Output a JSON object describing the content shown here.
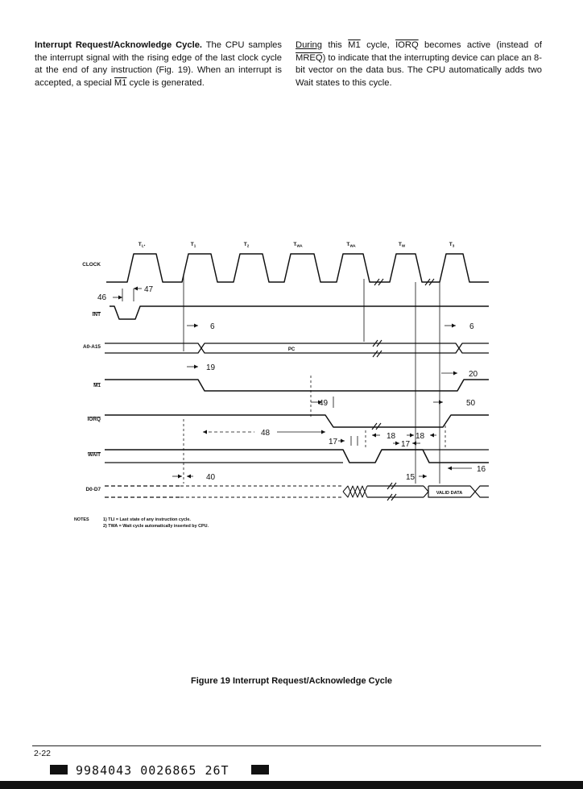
{
  "left_column": {
    "heading": "Interrupt Request/Acknowledge Cycle.",
    "t1": " The CPU samples the interrupt signal with the rising edge of the last clock cycle at the end of any instruction (Fig. 19). When an interrupt is accepted, a special ",
    "m1": "M1",
    "t2": " cycle is generated."
  },
  "right_column": {
    "during": "During",
    "t1": " this ",
    "m1": "M1",
    "t2": " cycle, ",
    "iorq": "IORQ",
    "t3": " becomes active (instead of ",
    "mreq": "MREQ",
    "t4": ") to indicate that the interrupting device can place an 8-bit vector on the data bus. The CPU automatically adds two Wait states to this cycle."
  },
  "diagram": {
    "state_labels": [
      "TL*",
      "T1",
      "T2",
      "TWA",
      "TWA",
      "TW",
      "T3"
    ],
    "signals": [
      "CLOCK",
      "INT",
      "A0-A15",
      "M1",
      "IORQ",
      "WAIT",
      "D0-D7"
    ],
    "bus_labels": [
      "PC",
      "VALID DATA"
    ],
    "timing_params": [
      "46",
      "47",
      "6",
      "6",
      "19",
      "20",
      "49",
      "50",
      "48",
      "17",
      "18",
      "18",
      "17",
      "40",
      "15",
      "16"
    ]
  },
  "notes": {
    "label": "NOTES",
    "lines": [
      "1) TLI = Last state of any instruction cycle.",
      "2) TWA = Wait cycle automatically inserted by CPU."
    ]
  },
  "figure_caption": "Figure 19 Interrupt Request/Acknowledge Cycle",
  "page_number": "2-22",
  "barcode_text": "9984043 0026865 26T"
}
